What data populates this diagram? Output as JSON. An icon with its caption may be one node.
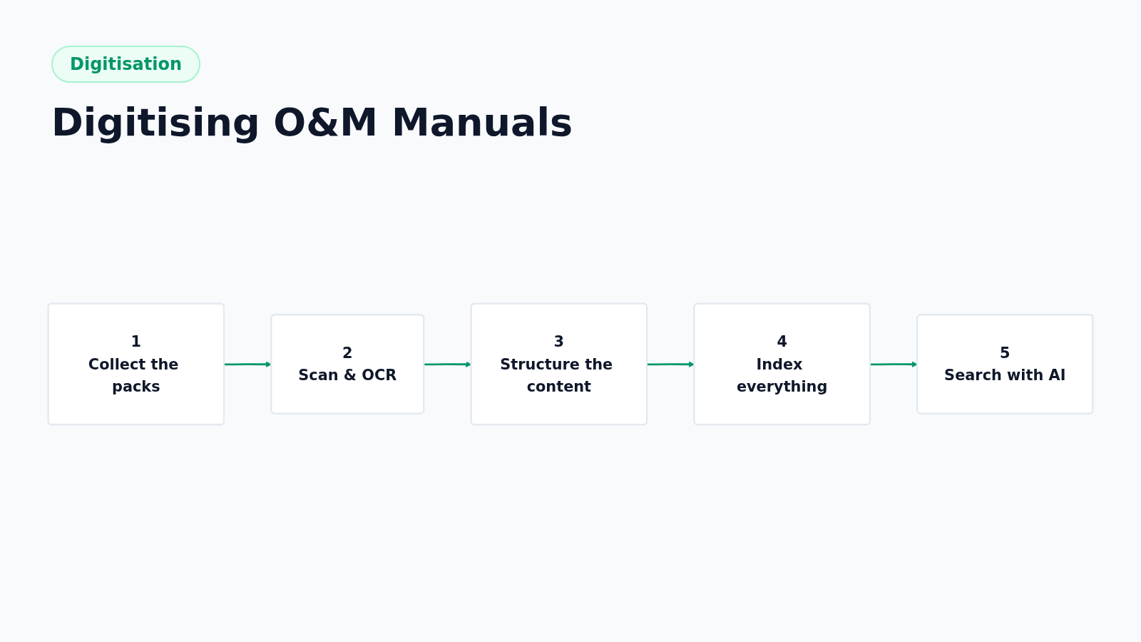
{
  "diagram": {
    "title": "Digitising O&M Manuals",
    "nodes": [
      {
        "text": [
          "1",
          "Collect the packs"
        ]
      },
      {
        "text": [
          "2",
          "Scan & OCR"
        ]
      },
      {
        "text": [
          "3",
          "Structure the content"
        ]
      },
      {
        "text": [
          "4",
          "Index everything"
        ]
      },
      {
        "text": [
          "5",
          "Search with AI"
        ]
      }
    ],
    "edges": [
      {
        "from": 0,
        "to": 1,
        "arrow": "to"
      },
      {
        "from": 1,
        "to": 2,
        "arrow": "to"
      },
      {
        "from": 2,
        "to": 3,
        "arrow": "to"
      },
      {
        "from": 3,
        "to": 4,
        "arrow": "to"
      }
    ],
    "labels": [
      "Digitisation"
    ]
  }
}
